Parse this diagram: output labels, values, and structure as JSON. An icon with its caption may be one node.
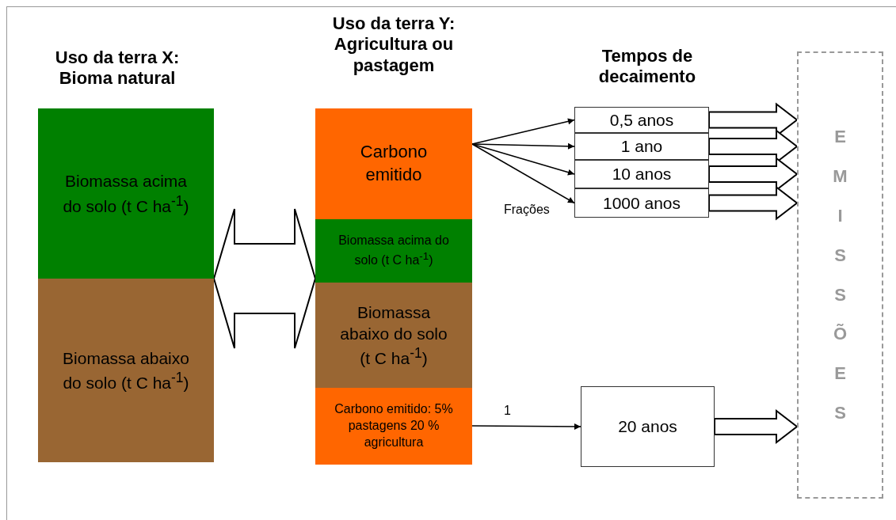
{
  "diagram": {
    "nodes": [
      {
        "text": [
          "Uso da terra X: Bioma natural"
        ]
      },
      {
        "text": [
          "Biomassa acima do solo (t C ha$^{-1}$)"
        ],
        "in": 0
      },
      {
        "text": [
          "Biomassa abaixo do solo (t C ha$^{-1}$)"
        ],
        "in": 0
      },
      {
        "text": [
          "Uso da terra Y: Agricultura ou pastagem"
        ]
      },
      {
        "text": [
          "Carbono emitido"
        ],
        "in": 3
      },
      {
        "text": [
          "Biomassa acima do solo (t C ha$^{-1}$)"
        ],
        "in": 3
      },
      {
        "text": [
          "Biomassa abaixo do solo (t C ha$^{-1}$)"
        ],
        "in": 3
      },
      {
        "text": [
          "Carbono emitido: 5% pastagens 20 % agricultura"
        ],
        "in": 3
      },
      {
        "text": [
          "0,5 anos"
        ]
      },
      {
        "text": [
          "1 ano"
        ]
      },
      {
        "text": [
          "10 anos"
        ]
      },
      {
        "text": [
          "1000 anos"
        ]
      },
      {
        "text": [
          "20 anos"
        ]
      },
      {
        "text": [
          "EMISSÕES"
        ]
      }
    ],
    "edges": [
      {
        "from": 0,
        "to": 3,
        "arrow": "both",
        "style": "thick"
      },
      {
        "from": 4,
        "to": 8,
        "arrow": "to"
      },
      {
        "from": 4,
        "to": 9,
        "arrow": "to"
      },
      {
        "from": 4,
        "to": 10,
        "arrow": "to"
      },
      {
        "from": 4,
        "to": 11,
        "arrow": "to"
      },
      {
        "from": 7,
        "to": 12,
        "arrow": "to",
        "label": "1"
      },
      {
        "from": 8,
        "to": 13,
        "arrow": "to",
        "style": "thick"
      },
      {
        "from": 9,
        "to": 13,
        "arrow": "to",
        "style": "thick"
      },
      {
        "from": 10,
        "to": 13,
        "arrow": "to",
        "style": "thick"
      },
      {
        "from": 11,
        "to": 13,
        "arrow": "to",
        "style": "thick"
      },
      {
        "from": 12,
        "to": 13,
        "arrow": "to",
        "style": "thick"
      }
    ],
    "labels": [
      "Tempos de decaimento",
      "Frações"
    ]
  }
}
